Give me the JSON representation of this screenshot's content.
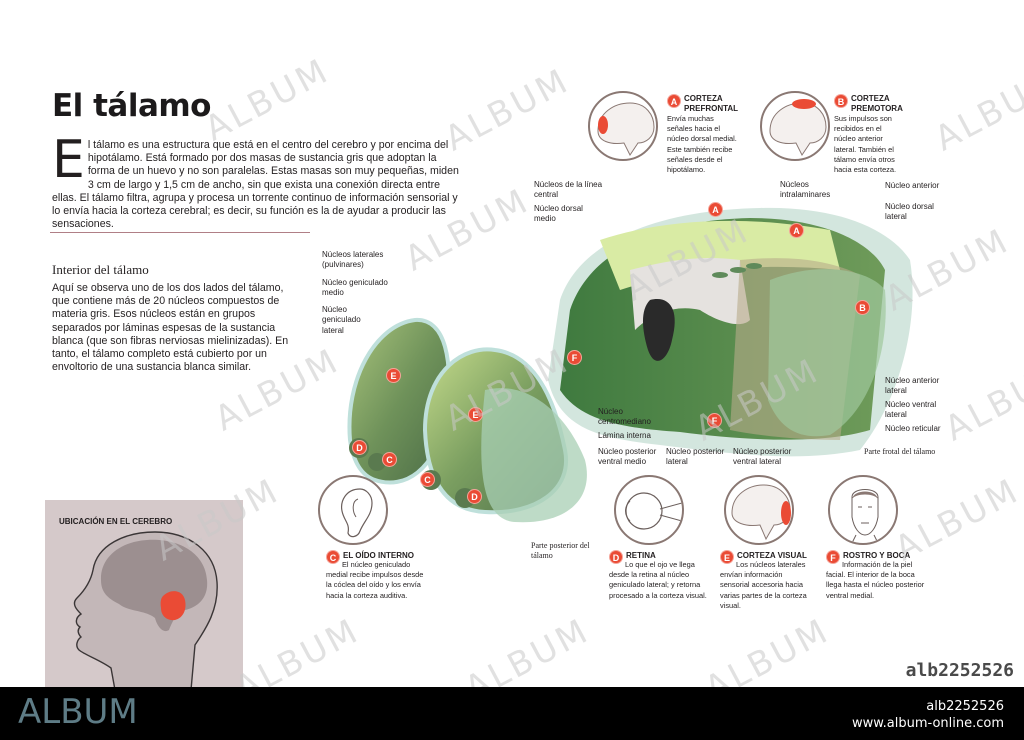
{
  "title": "El tálamo",
  "intro": {
    "dropcap": "E",
    "text": "l tálamo es una estructura que está en el centro del cerebro y por encima del hipotálamo. Está formado por dos masas de sustancia gris que adoptan la forma de un huevo y no son paralelas. Estas masas son muy pequeñas, miden 3 cm de largo y 1,5 cm de ancho, sin que exista una conexión directa entre ellas.  El tálamo filtra, agrupa y procesa un torrente continuo de información sensorial y lo envía hacia la corteza cerebral; es decir, su función es la de ayudar a producir las sensaciones."
  },
  "interior": {
    "title": "Interior del tálamo",
    "text": "Aquí se observa uno de los dos lados del tálamo, que contiene más de 20 núcleos compuestos de materia gris. Esos núcleos están en grupos separados por láminas espesas de la sustancia blanca (que son fibras nerviosas mielinizadas). En tanto, el tálamo completo está cubierto por un envoltorio de una sustancia blanca similar."
  },
  "location": {
    "label": "UBICACIÓN EN EL CEREBRO"
  },
  "labels": {
    "nucleos_laterales": "Núcleos laterales (pulvinares)",
    "geniculado_medio": "Núcleo geniculado medio",
    "geniculado_lateral": "Núcleo geniculado lateral",
    "linea_central": "Núcleos de la línea central",
    "dorsal_medio": "Núcleo dorsal medio",
    "intralaminares": "Núcleos intralaminares",
    "anterior": "Núcleo anterior",
    "dorsal_lateral": "Núcleo dorsal lateral",
    "anterior_lateral": "Núcleo anterior lateral",
    "ventral_lateral": "Núcleo ventral lateral",
    "reticular": "Núcleo reticular",
    "centromediano": "Núcleo centromediano",
    "lamina_interna": "Lámina interna",
    "post_ventral_medio": "Núcleo posterior ventral medio",
    "post_lateral": "Núcleo posterior lateral",
    "post_ventral_lateral": "Núcleo posterior ventral lateral",
    "parte_frontal": "Parte frotal del tálamo",
    "parte_posterior": "Parte posterior del tálamo"
  },
  "callouts": [
    {
      "letter": "A",
      "title": "CORTEZA PREFRONTAL",
      "text": "Envía muchas señales hacia el núcleo dorsal medial. Este también recibe señales desde el hipotálamo.",
      "icon": "brain-prefrontal-icon"
    },
    {
      "letter": "B",
      "title": "CORTEZA PREMOTORA",
      "text": "Sus impulsos son recibidos en el núcleo anterior lateral. También el tálamo envía otros hacia esta corteza.",
      "icon": "brain-premotor-icon"
    },
    {
      "letter": "C",
      "title": "EL OÍDO INTERNO",
      "text": "El núcleo geniculado medial recibe impulsos desde la cóclea del oído y los envía hacia la corteza auditiva.",
      "icon": "ear-icon"
    },
    {
      "letter": "D",
      "title": "RETINA",
      "text": "Lo que el ojo ve llega desde la retina al núcleo geniculado lateral; y retorna procesado a la corteza visual.",
      "icon": "eye-icon"
    },
    {
      "letter": "E",
      "title": "CORTEZA VISUAL",
      "text": "Los núcleos laterales envían información sensorial accesoria hacia varias partes de la corteza visual.",
      "icon": "brain-visual-icon"
    },
    {
      "letter": "F",
      "title": "ROSTRO Y BOCA",
      "text": "Información de la piel facial. El interior de la boca llega hasta el núcleo posterior ventral medial.",
      "icon": "face-icon"
    }
  ],
  "badges": {
    "A": "A",
    "B": "B",
    "C": "C",
    "D": "D",
    "E": "E",
    "F": "F"
  },
  "colors": {
    "accent_red": "#ea4b35",
    "location_bg": "#d5c9ca",
    "divider": "#b07f86",
    "footer_logo": "#5e7c86"
  },
  "watermark": "ALBUM",
  "footer": {
    "logo": "ALBUM",
    "id": "alb2252526",
    "url": "www.album-online.com",
    "corner_id": "alb2252526"
  }
}
